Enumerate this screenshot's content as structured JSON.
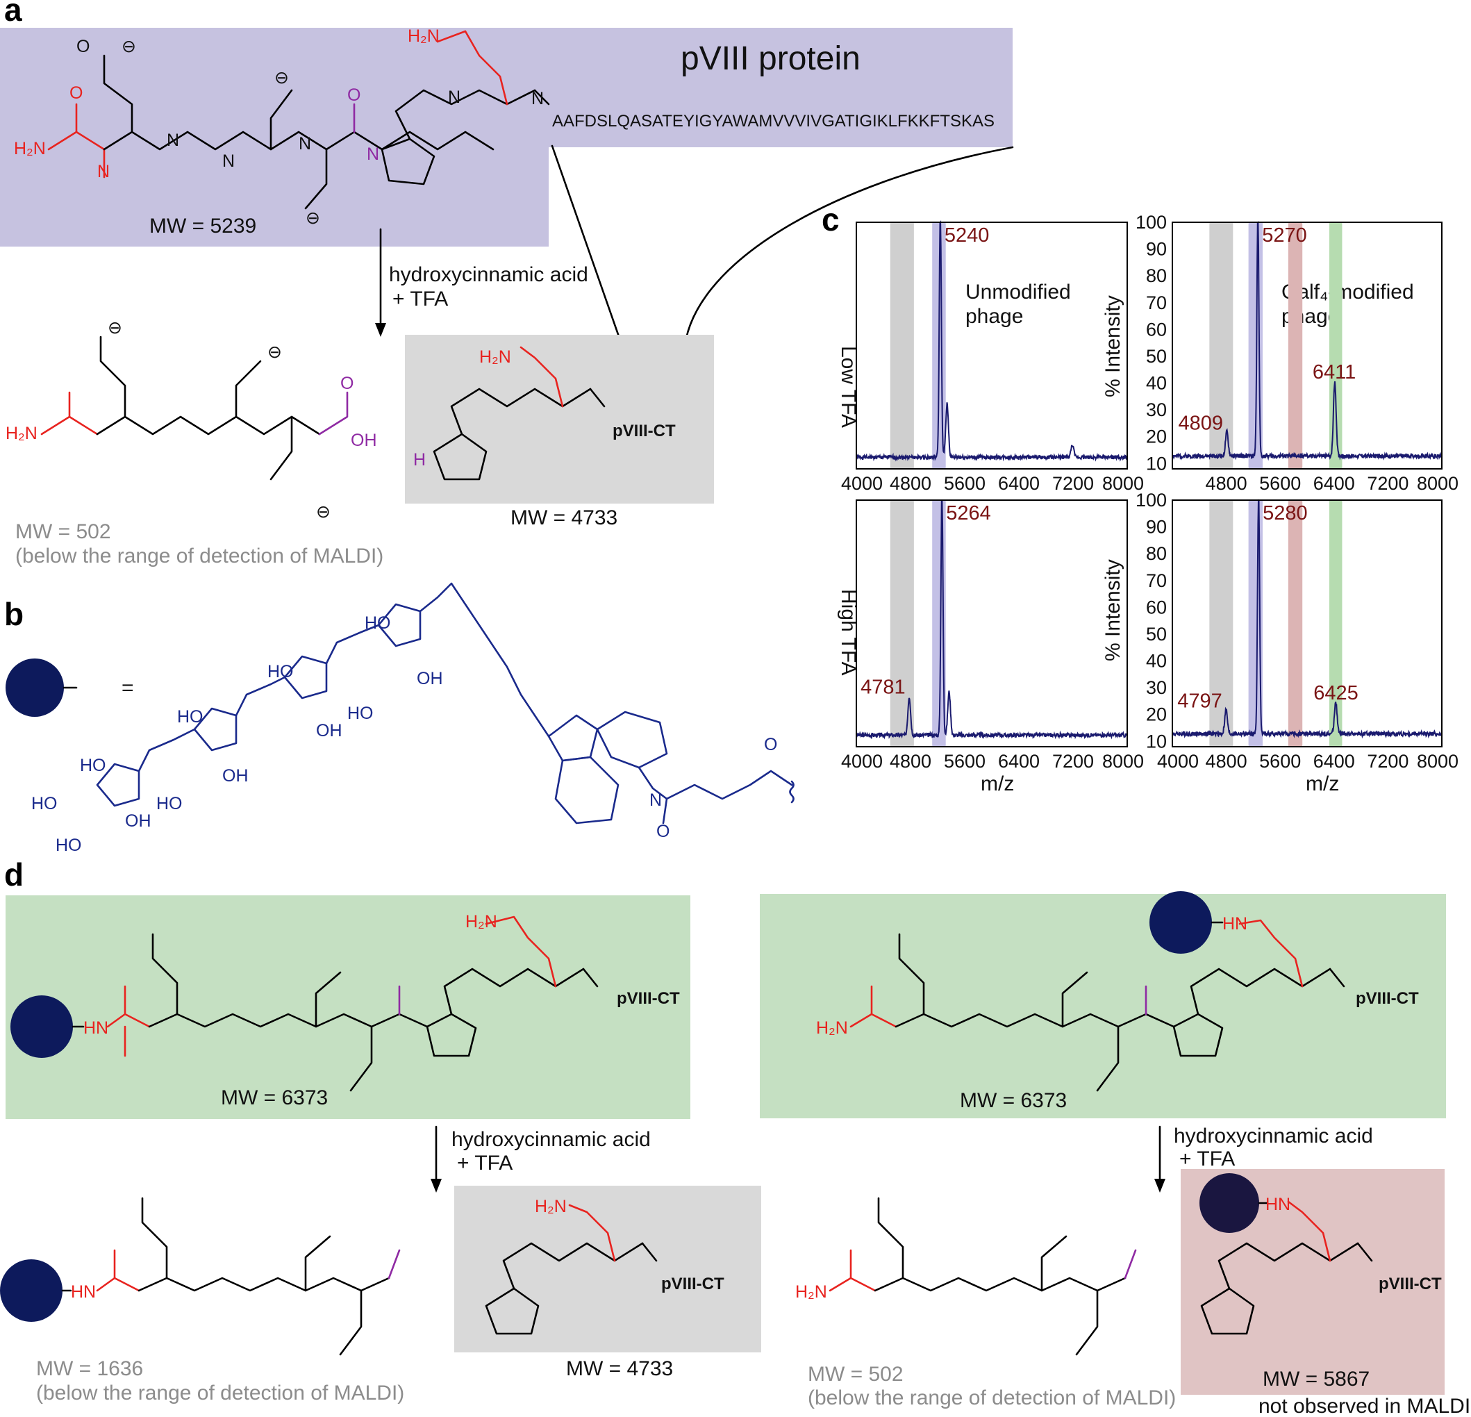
{
  "panels": {
    "a": "a",
    "b": "b",
    "c": "c",
    "d": "d"
  },
  "colors": {
    "purple_box": "#c6c2e0",
    "gray_box": "#d9d9d9",
    "green_box": "#c5e0c2",
    "pink_box": "#e0c4c4",
    "navy": "#0d1a5c",
    "glycan_blue": "#1a2a8c",
    "red": "#e8231f",
    "magenta": "#8f2aa3",
    "trace": "#1a1a6e",
    "peak_label": "#7a1414",
    "band_gray": "#cfcfcf",
    "band_blue": "#c3c0e6",
    "band_red": "#dcb4b4",
    "band_green": "#b6dcb0"
  },
  "panel_a": {
    "title": "pVIII protein",
    "sequence": "AAFDSLQASATEYIGYAWAMVVVIVGATIGIKLFKKFTSKAS",
    "mw_full": "MW = 5239",
    "reagent_line1": "hydroxycinnamic acid",
    "reagent_line2": "+ TFA",
    "mw_small": "MW = 502",
    "below_range": "(below the range of detection of MALDI)",
    "mw_fragment": "MW = 4733",
    "pviii_ct": "pVIII-CT",
    "atoms": {
      "h2n": "H₂N",
      "n": "N",
      "h": "H",
      "o": "O",
      "oh": "OH",
      "minus": "⊖",
      "hn": "H"
    }
  },
  "panel_b": {
    "equals": "=",
    "ho": "HO",
    "oh": "OH",
    "o": "O",
    "n": "N"
  },
  "panel_c": {
    "row_labels": [
      "Low TFA",
      "High TFA"
    ],
    "ylabel": "% Intensity",
    "xlabel": "m/z",
    "annotations": [
      "Unmodified",
      "phage",
      "Galf₄-modified",
      "phage"
    ],
    "x_ticks_left": [
      "4000",
      "4800",
      "5600",
      "6400",
      "7200",
      "8000"
    ],
    "x_ticks_right": [
      "4800",
      "5600",
      "6400",
      "7200",
      "8000"
    ],
    "x_ticks_right_bottom": [
      "4000",
      "4800",
      "5600",
      "6400",
      "7200",
      "8000"
    ],
    "y_ticks": [
      "100",
      "90",
      "80",
      "70",
      "60",
      "50",
      "40",
      "30",
      "20",
      "10"
    ]
  },
  "chart_data": [
    {
      "type": "line",
      "panel": "Low TFA / Unmodified phage",
      "xlim": [
        4000,
        8000
      ],
      "peaks": [
        {
          "x": 5240,
          "y": 100,
          "label": "5240"
        },
        {
          "x": 5340,
          "y": 22
        },
        {
          "x": 7190,
          "y": 5
        }
      ],
      "bands": [
        {
          "from": 4500,
          "to": 4850,
          "color": "gray"
        },
        {
          "from": 5120,
          "to": 5320,
          "color": "blue"
        }
      ]
    },
    {
      "type": "line",
      "panel": "Low TFA / Galf4-modified phage",
      "xlim": [
        4000,
        8000
      ],
      "ylim": [
        10,
        100
      ],
      "peaks": [
        {
          "x": 4809,
          "y": 19,
          "label": "4809"
        },
        {
          "x": 5270,
          "y": 100,
          "label": "5270"
        },
        {
          "x": 6411,
          "y": 38,
          "label": "6411"
        }
      ],
      "bands": [
        {
          "from": 4550,
          "to": 4900,
          "color": "gray"
        },
        {
          "from": 5130,
          "to": 5340,
          "color": "blue"
        },
        {
          "from": 5720,
          "to": 5930,
          "color": "red"
        },
        {
          "from": 6330,
          "to": 6520,
          "color": "green"
        }
      ]
    },
    {
      "type": "line",
      "panel": "High TFA / Unmodified phage",
      "xlim": [
        4000,
        8000
      ],
      "peaks": [
        {
          "x": 4781,
          "y": 16,
          "label": "4781"
        },
        {
          "x": 5264,
          "y": 100,
          "label": "5264"
        },
        {
          "x": 5370,
          "y": 18
        }
      ],
      "bands": [
        {
          "from": 4500,
          "to": 4850,
          "color": "gray"
        },
        {
          "from": 5120,
          "to": 5320,
          "color": "blue"
        }
      ]
    },
    {
      "type": "line",
      "panel": "High TFA / Galf4-modified phage",
      "xlim": [
        4000,
        8000
      ],
      "ylim": [
        10,
        100
      ],
      "peaks": [
        {
          "x": 4797,
          "y": 19,
          "label": "4797"
        },
        {
          "x": 5280,
          "y": 100,
          "label": "5280"
        },
        {
          "x": 6425,
          "y": 22,
          "label": "6425"
        }
      ],
      "bands": [
        {
          "from": 4550,
          "to": 4900,
          "color": "gray"
        },
        {
          "from": 5130,
          "to": 5340,
          "color": "blue"
        },
        {
          "from": 5720,
          "to": 5930,
          "color": "red"
        },
        {
          "from": 6330,
          "to": 6520,
          "color": "green"
        }
      ]
    }
  ],
  "panel_d": {
    "mw_left": "MW = 6373",
    "mw_right": "MW = 6373",
    "reagent_line1": "hydroxycinnamic acid",
    "reagent_line2": "+ TFA",
    "mw_1636": "MW = 1636",
    "mw_4733": "MW = 4733",
    "mw_502": "MW = 502",
    "mw_5867": "MW = 5867",
    "below_range": "(below the range of detection of MALDI)",
    "not_observed": "not observed in MALDI",
    "pviii_ct": "pVIII-CT",
    "hn": "HN",
    "h2n": "H₂N"
  }
}
